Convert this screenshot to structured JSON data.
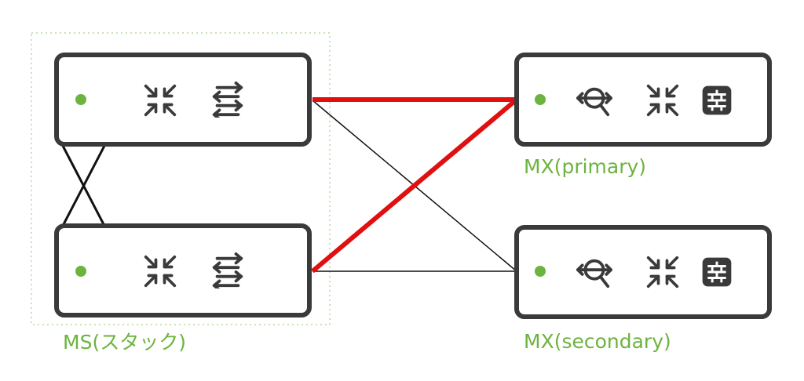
{
  "colors": {
    "box_border": "#3a3a3a",
    "status_dot": "#6cb33f",
    "label_text": "#6cb33f",
    "stack_outline": "#c8e2b5",
    "active_link": "#e01010",
    "link": "#111111",
    "icon": "#3a3a3a"
  },
  "labels": {
    "ms_stack": "MS(スタック)",
    "mx_primary": "MX(primary)",
    "mx_secondary": "MX(secondary)"
  },
  "devices": {
    "ms_top": {
      "icons": [
        "crossed-arrows-icon",
        "horizontal-arrows-icon"
      ]
    },
    "ms_bottom": {
      "icons": [
        "crossed-arrows-icon",
        "horizontal-arrows-icon"
      ]
    },
    "mx_primary": {
      "icons": [
        "search-arrows-icon",
        "crossed-arrows-icon",
        "firewall-icon"
      ]
    },
    "mx_secondary": {
      "icons": [
        "search-arrows-icon",
        "crossed-arrows-icon",
        "firewall-icon"
      ]
    }
  },
  "links": [
    {
      "from": "ms_top",
      "to": "mx_primary",
      "state": "active"
    },
    {
      "from": "ms_bottom",
      "to": "mx_primary",
      "state": "active"
    },
    {
      "from": "ms_top",
      "to": "mx_secondary",
      "state": "inactive"
    },
    {
      "from": "ms_bottom",
      "to": "mx_secondary",
      "state": "inactive"
    },
    {
      "from": "ms_top",
      "to": "ms_bottom",
      "state": "stack-cable"
    },
    {
      "from": "ms_top",
      "to": "ms_bottom",
      "state": "stack-cable"
    }
  ]
}
